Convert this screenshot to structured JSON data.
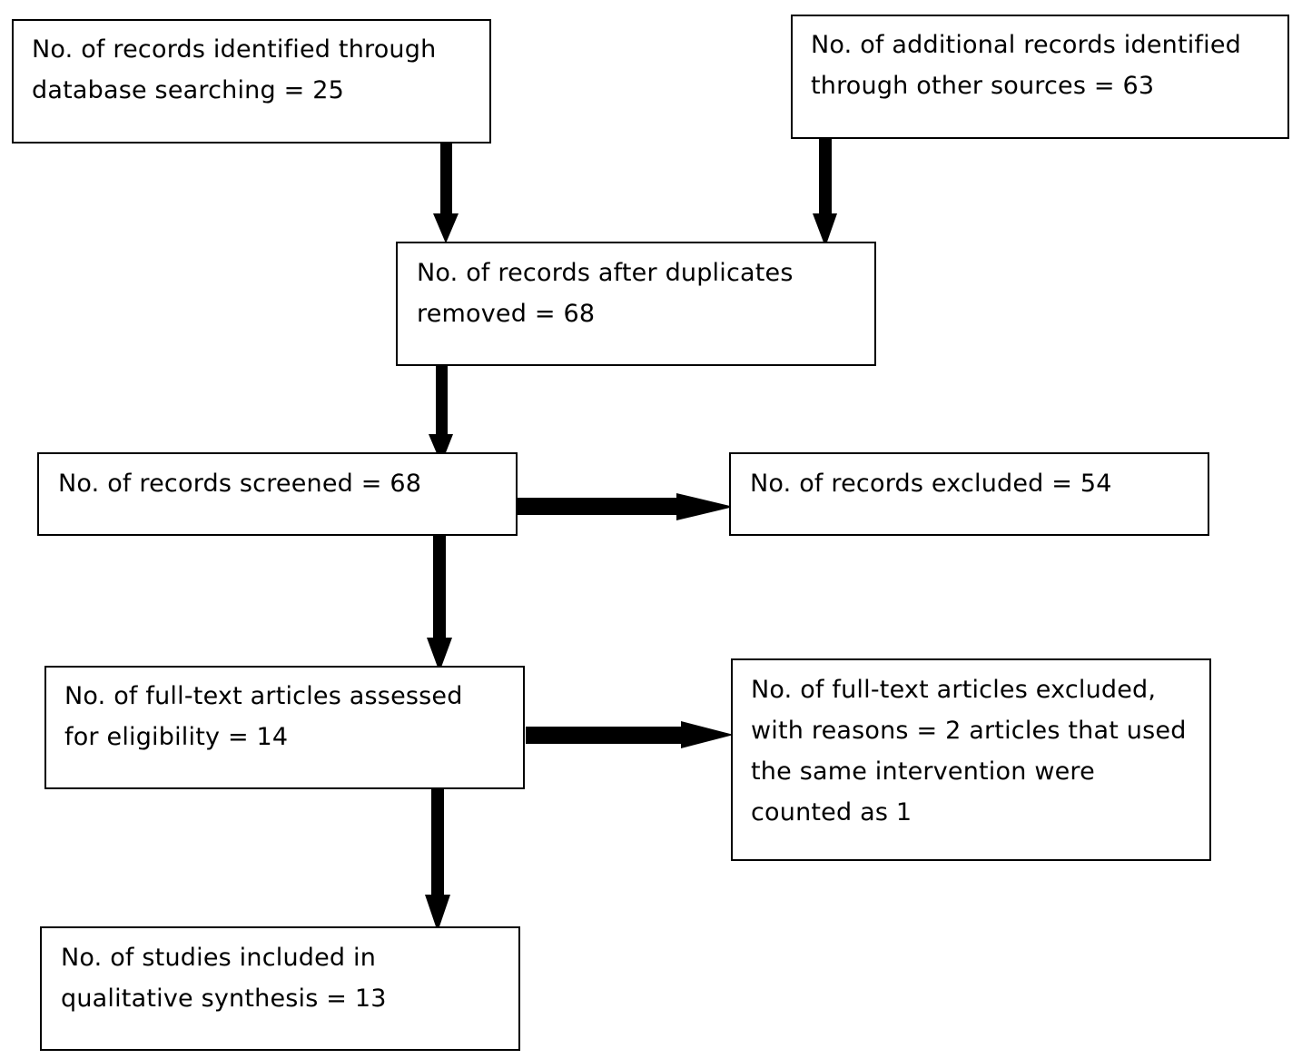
{
  "flowchart": {
    "identified_db": [
      "No. of records identified through",
      "database searching = 25"
    ],
    "identified_other": [
      "No. of additional records identified",
      "through other sources = 63"
    ],
    "after_duplicates": [
      "No. of records after duplicates",
      "removed = 68"
    ],
    "screened": [
      "No. of records screened = 68"
    ],
    "excluded": [
      "No. of records excluded = 54"
    ],
    "fulltext_assessed": [
      "No. of full-text articles assessed",
      "for eligibility = 14"
    ],
    "fulltext_excluded": [
      "No. of full-text articles excluded,",
      "with reasons = 2 articles that used",
      "the same intervention were",
      "counted as 1"
    ],
    "included": [
      "No. of studies included in",
      "qualitative synthesis = 13"
    ]
  }
}
